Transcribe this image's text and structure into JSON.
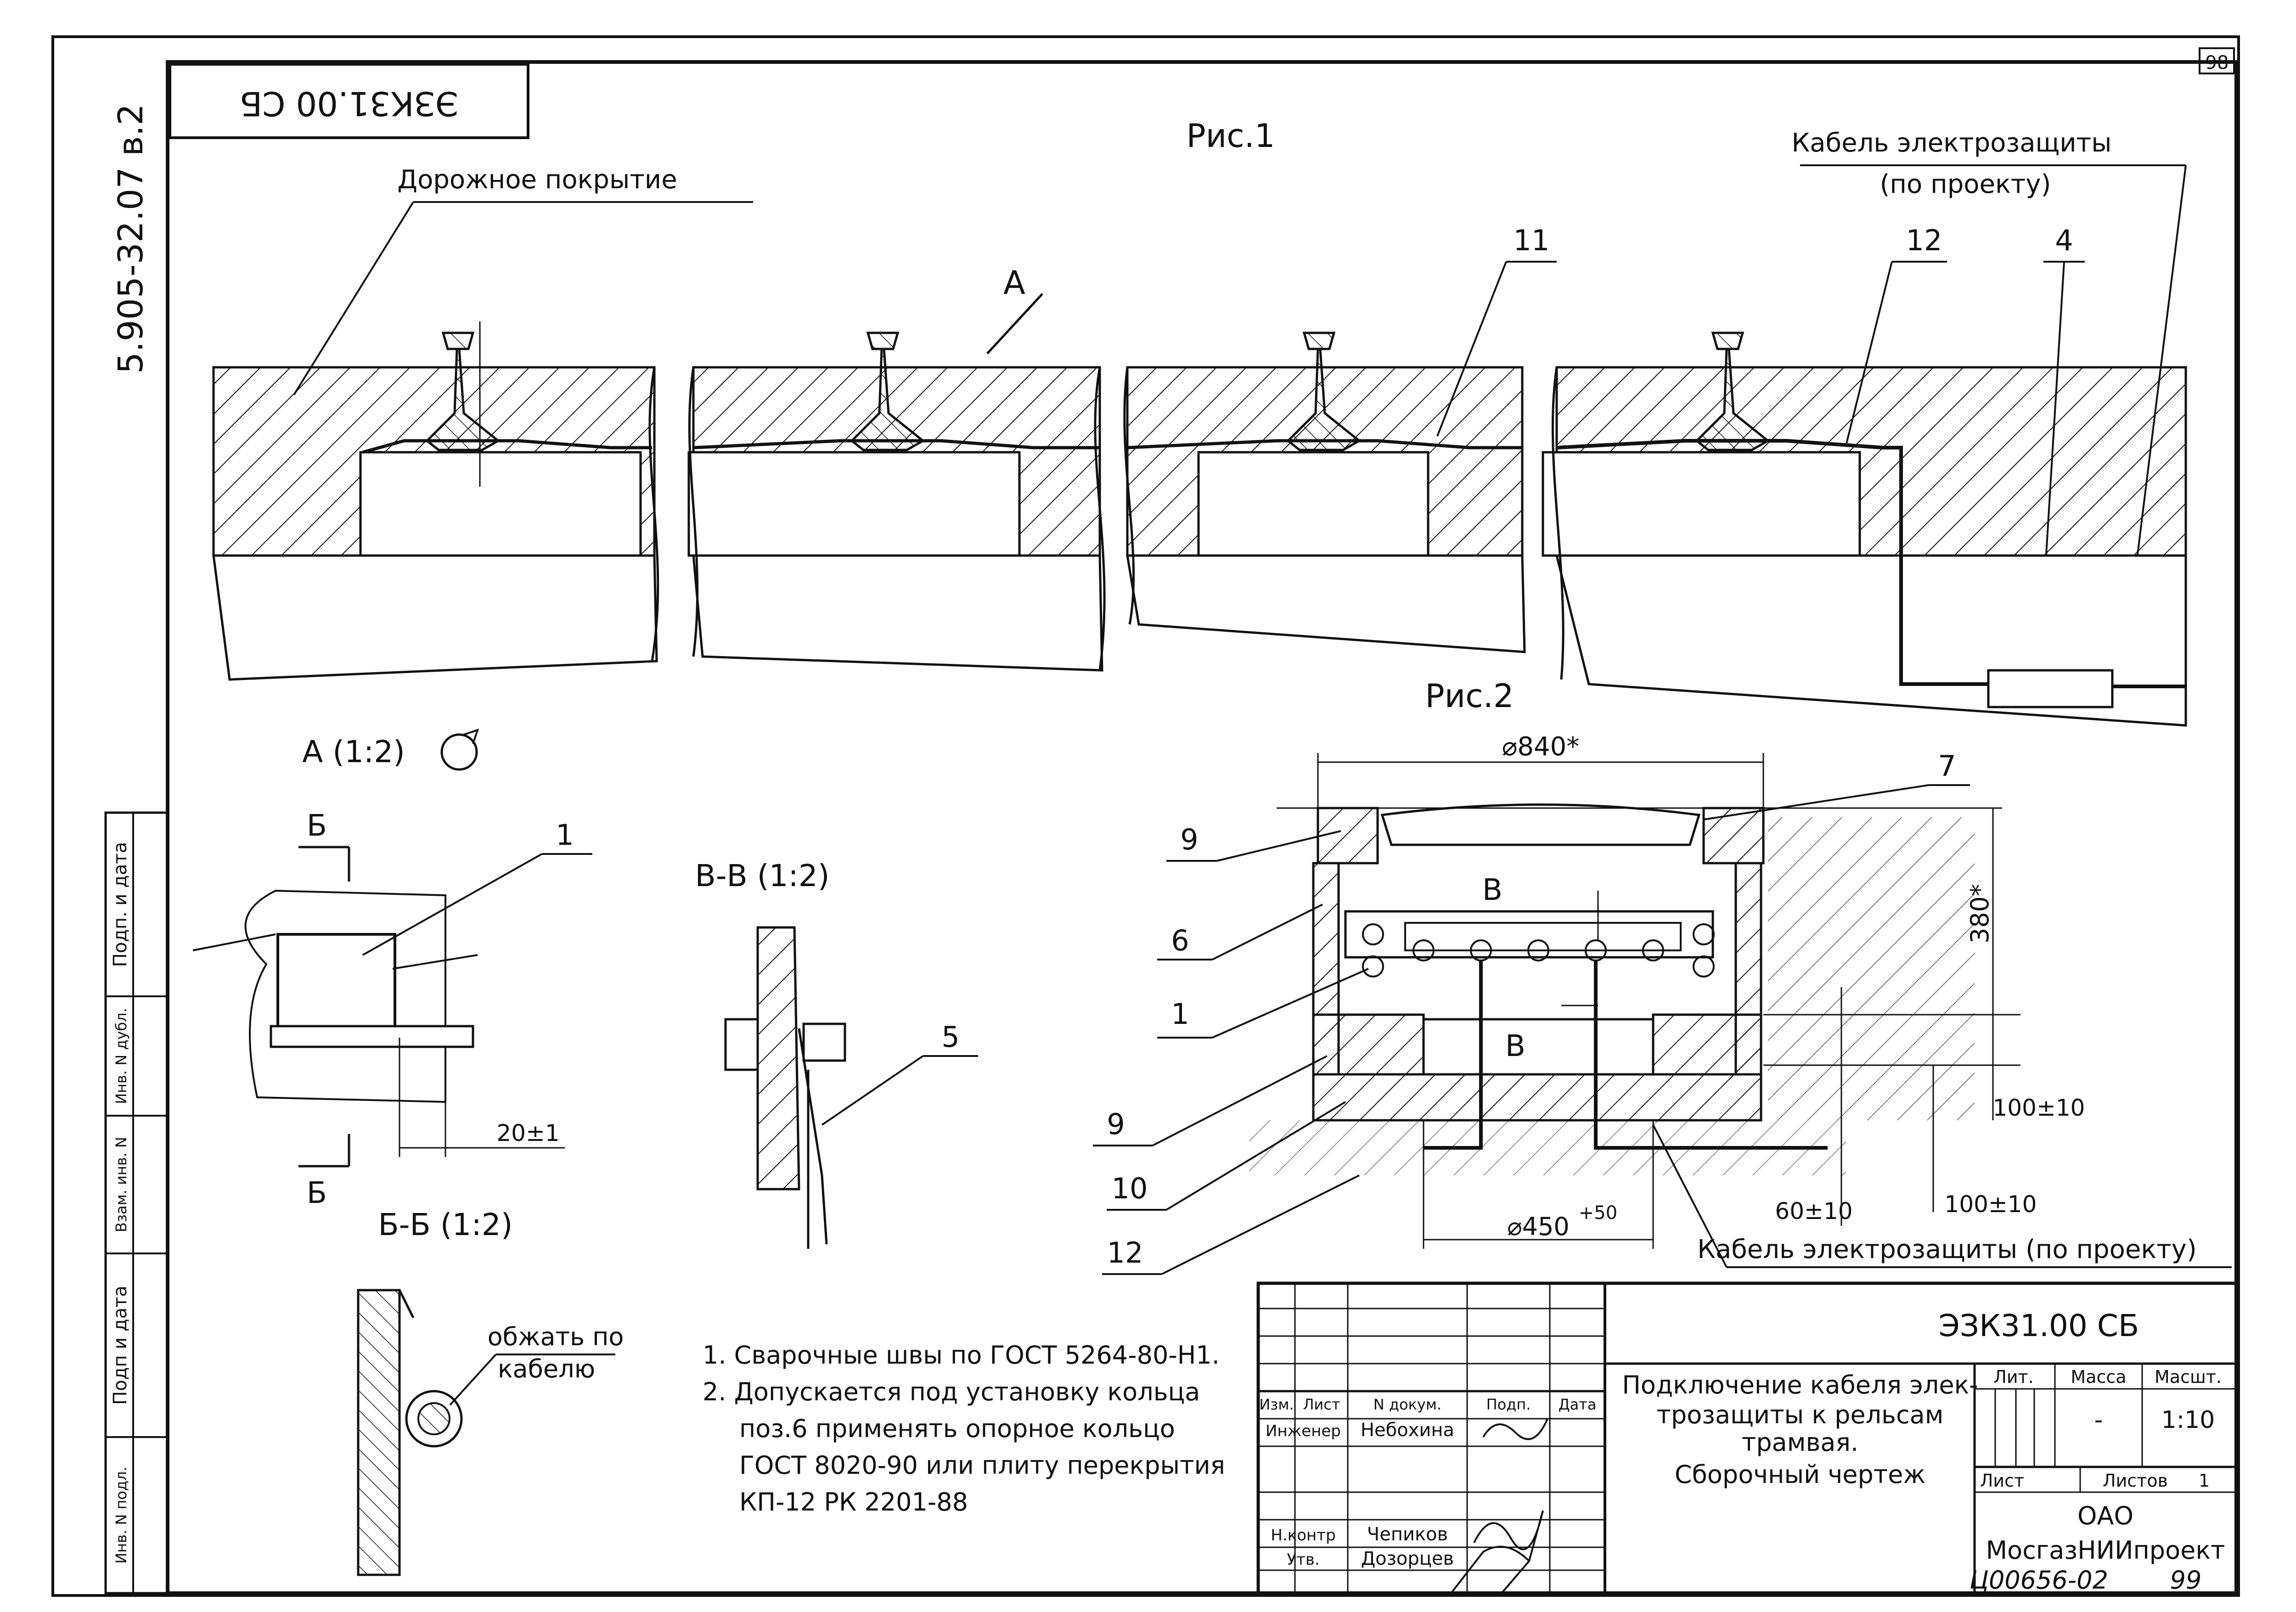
{
  "sheet": {
    "page_number": "98",
    "doc_code_rotated": "ЭЗК31.00 СБ",
    "series_code": "5.905-32.07 в.2"
  },
  "figure1": {
    "title": "Рис.1",
    "label_road": "Дорожное покрытие",
    "label_view_a": "А",
    "label_cable": "Кабель электрозащиты",
    "label_cable_sub": "(по проекту)",
    "callouts": [
      "11",
      "12",
      "4"
    ]
  },
  "figure2": {
    "title": "Рис.2",
    "dim_outer": "⌀840*",
    "dim_inner": "⌀450",
    "dim_inner_tol": "+50",
    "dim_height": "380*",
    "dim_100a": "100±10",
    "dim_100b": "100±10",
    "dim_60": "60±10",
    "section_b_top": "В",
    "section_b_bottom": "В",
    "label_cable": "Кабель электрозащиты (по проекту)",
    "callouts": [
      "7",
      "9",
      "6",
      "1",
      "9",
      "10",
      "12"
    ]
  },
  "detail_a": {
    "title": "А (1:2)",
    "cut_top": "Б",
    "cut_bottom": "Б",
    "callout": "1",
    "dim": "20±1"
  },
  "detail_bb": {
    "title": "Б-Б (1:2)",
    "note_line1": "обжать по",
    "note_line2": "кабелю"
  },
  "detail_vv": {
    "title": "В-В (1:2)",
    "callout": "5"
  },
  "notes": [
    "1. Сварочные швы по ГОСТ 5264-80-Н1.",
    "2. Допускается под установку кольца",
    "поз.6 применять опорное кольцо",
    "ГОСТ 8020-90 или плиту перекрытия",
    "КП-12 РК 2201-88"
  ],
  "left_stamp": [
    "Подп. и дата",
    "Инв. N дубл.",
    "Взам. инв. N",
    "Подп и дата",
    "Инв. N подл."
  ],
  "title_block": {
    "code": "ЭЗК31.00 СБ",
    "title_lines": [
      "Подключение кабеля элек-",
      "трозащиты к рельсам",
      "трамвая.",
      "Сборочный чертеж"
    ],
    "col_headers": [
      "Изм.",
      "Лист",
      "N докум.",
      "Подп.",
      "Дата"
    ],
    "roles": [
      {
        "role": "Инженер",
        "name": "Небохина"
      },
      {
        "role": "Н.контр",
        "name": "Чепиков"
      },
      {
        "role": "Утв.",
        "name": "Дозорцев"
      }
    ],
    "lit_label": "Лит.",
    "mass_label": "Масса",
    "scale_label": "Масшт.",
    "mass_value": "-",
    "scale_value": "1:10",
    "sheet_label": "Лист",
    "sheets_label": "Листов",
    "sheets_value": "1",
    "org_line1": "ОАО",
    "org_line2": "МосгазНИИпроект",
    "archive_number": "Ц00656-02",
    "archive_sheet": "99"
  }
}
